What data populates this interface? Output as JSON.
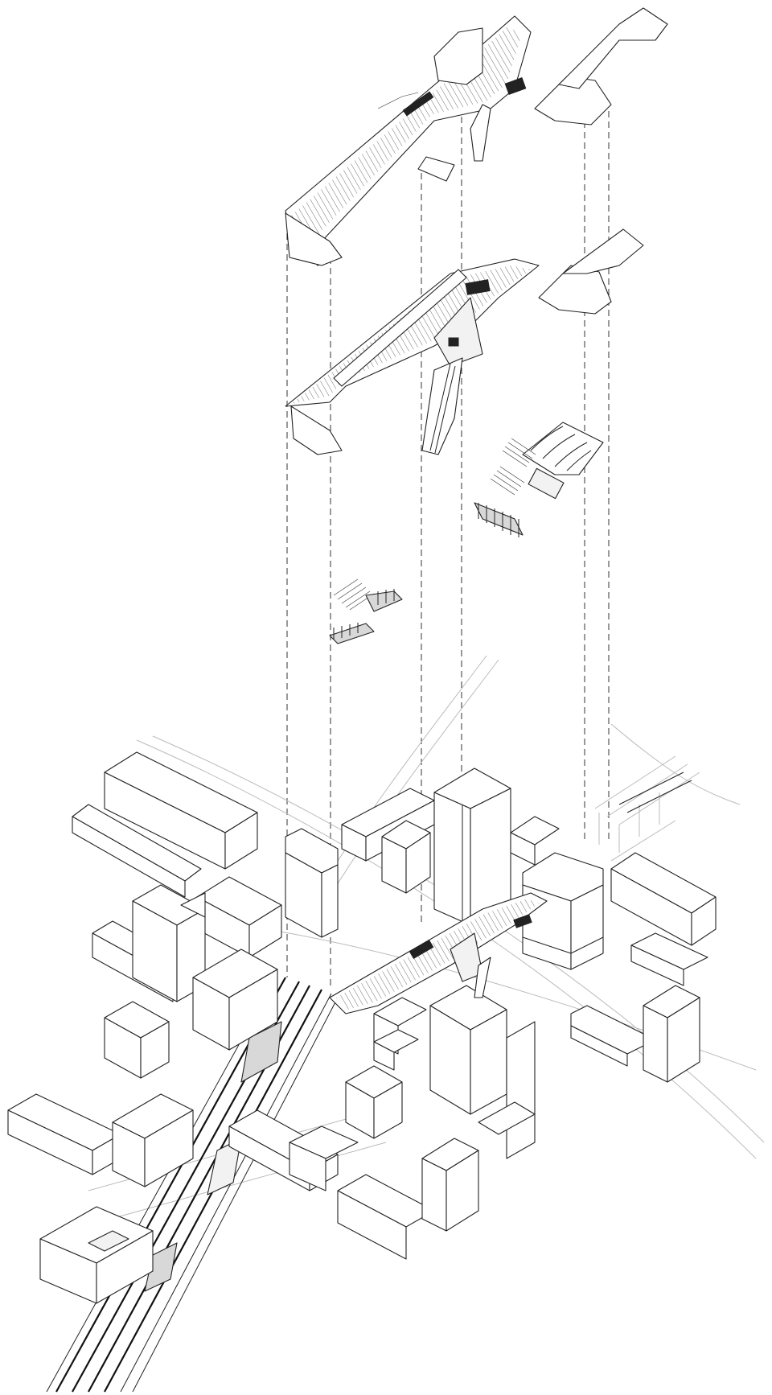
{
  "diagram": {
    "type": "exploded-axonometric",
    "colors": {
      "line": "#222222",
      "background": "#ffffff",
      "light_line": "#bbbbbb"
    },
    "layers": [
      {
        "id": "upper-deck"
      },
      {
        "id": "lower-deck"
      },
      {
        "id": "seating-fragment"
      },
      {
        "id": "stair-fragment"
      },
      {
        "id": "city-base"
      }
    ]
  }
}
